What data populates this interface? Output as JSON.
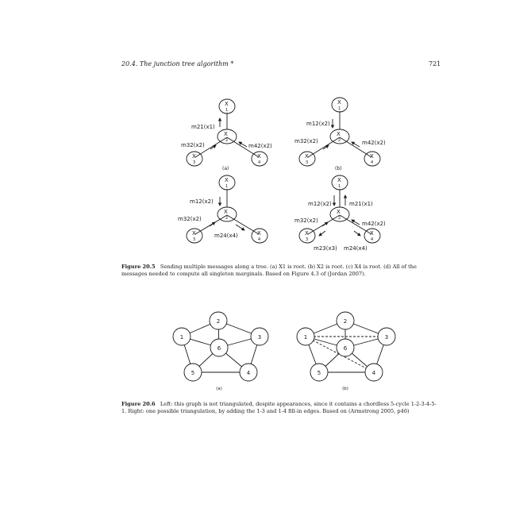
{
  "header": {
    "section": "20.4.  The junction tree algorithm *",
    "page_number": "721"
  },
  "tree_figure": {
    "panels": [
      {
        "label": "(a)",
        "messages": [
          "m21(x1)",
          "m32(x2)",
          "m42(x2)"
        ]
      },
      {
        "label": "(b)",
        "messages": [
          "m12(x2)",
          "m32(x2)",
          "m42(x2)"
        ]
      },
      {
        "label": "",
        "messages": [
          "m12(x2)",
          "m32(x2)",
          "m24(x4)"
        ]
      },
      {
        "label": "",
        "messages": [
          "m12(x2)",
          "m21(x1)",
          "m32(x2)",
          "m42(x2)",
          "m23(x3)",
          "m24(x4)"
        ]
      }
    ],
    "nodes": [
      "X1",
      "X2",
      "X3",
      "X4"
    ],
    "caption_label": "Figure 20.5",
    "caption_text": "Sending multiple messages along a tree. (a) X1 is root. (b) X2 is root. (c) X4 is root. (d) All of the messages needed to compute all singleton marginals. Based on Figure 4.3 of (Jordan 2007)."
  },
  "graph_figure": {
    "nodes": [
      "1",
      "2",
      "3",
      "4",
      "5",
      "6"
    ],
    "panel_labels": [
      "(a)",
      "(b)"
    ],
    "caption_label": "Figure 20.6",
    "caption_text": "Left: this graph is not triangulated, despite appearances, since it contains a chordless 5-cycle 1-2-3-4-5-1. Right: one possible triangulation, by adding the 1-3 and 1-4 fill-in edges. Based on (Armstrong 2005, p46)"
  }
}
